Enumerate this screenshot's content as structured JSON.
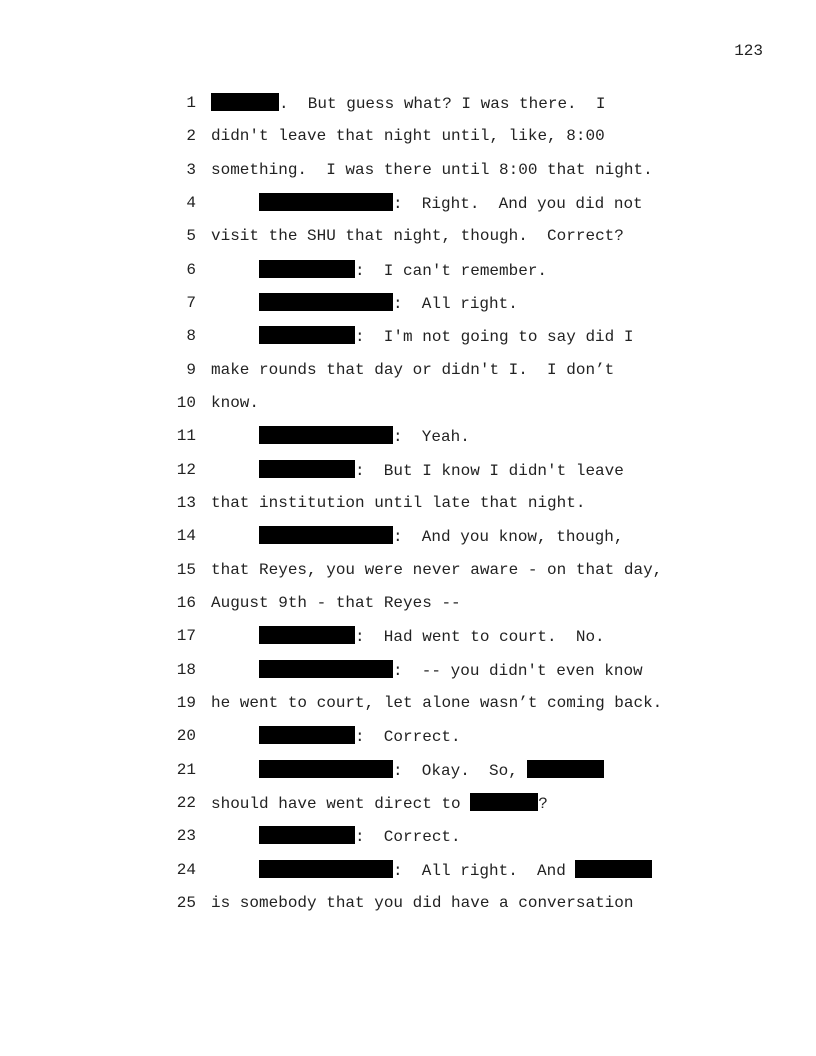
{
  "page_number": "123",
  "lines": [
    {
      "n": "1",
      "indent": false,
      "seg": [
        {
          "r": "r-name"
        },
        {
          "t": ".  But guess what? I was there.  I"
        }
      ]
    },
    {
      "n": "2",
      "indent": false,
      "seg": [
        {
          "t": "didn't leave that night until, like, 8:00"
        }
      ]
    },
    {
      "n": "3",
      "indent": false,
      "seg": [
        {
          "t": "something.  I was there until 8:00 that night."
        }
      ]
    },
    {
      "n": "4",
      "indent": true,
      "seg": [
        {
          "r": "r-spk-long"
        },
        {
          "t": ":  Right.  And you did not"
        }
      ]
    },
    {
      "n": "5",
      "indent": false,
      "seg": [
        {
          "t": "visit the SHU that night, though.  Correct?"
        }
      ]
    },
    {
      "n": "6",
      "indent": true,
      "seg": [
        {
          "r": "r-spk-short"
        },
        {
          "t": ":  I can't remember."
        }
      ]
    },
    {
      "n": "7",
      "indent": true,
      "seg": [
        {
          "r": "r-spk-long"
        },
        {
          "t": ":  All right."
        }
      ]
    },
    {
      "n": "8",
      "indent": true,
      "seg": [
        {
          "r": "r-spk-short"
        },
        {
          "t": ":  I'm not going to say did I"
        }
      ]
    },
    {
      "n": "9",
      "indent": false,
      "seg": [
        {
          "t": "make rounds that day or didn't I.  I don’t"
        }
      ]
    },
    {
      "n": "10",
      "indent": false,
      "seg": [
        {
          "t": "know."
        }
      ]
    },
    {
      "n": "11",
      "indent": true,
      "seg": [
        {
          "r": "r-spk-long"
        },
        {
          "t": ":  Yeah."
        }
      ]
    },
    {
      "n": "12",
      "indent": true,
      "seg": [
        {
          "r": "r-spk-short"
        },
        {
          "t": ":  But I know I didn't leave"
        }
      ]
    },
    {
      "n": "13",
      "indent": false,
      "seg": [
        {
          "t": "that institution until late that night."
        }
      ]
    },
    {
      "n": "14",
      "indent": true,
      "seg": [
        {
          "r": "r-spk-long"
        },
        {
          "t": ":  And you know, though,"
        }
      ]
    },
    {
      "n": "15",
      "indent": false,
      "seg": [
        {
          "t": "that Reyes, you were never aware - on that day,"
        }
      ]
    },
    {
      "n": "16",
      "indent": false,
      "seg": [
        {
          "t": "August 9th - that Reyes --"
        }
      ]
    },
    {
      "n": "17",
      "indent": true,
      "seg": [
        {
          "r": "r-spk-short"
        },
        {
          "t": ":  Had went to court.  No."
        }
      ]
    },
    {
      "n": "18",
      "indent": true,
      "seg": [
        {
          "r": "r-spk-long"
        },
        {
          "t": ":  -- you didn't even know"
        }
      ]
    },
    {
      "n": "19",
      "indent": false,
      "seg": [
        {
          "t": "he went to court, let alone wasn’t coming back."
        }
      ]
    },
    {
      "n": "20",
      "indent": true,
      "seg": [
        {
          "r": "r-spk-short"
        },
        {
          "t": ":  Correct."
        }
      ]
    },
    {
      "n": "21",
      "indent": true,
      "seg": [
        {
          "r": "r-spk-long"
        },
        {
          "t": ":  Okay.  So, "
        },
        {
          "r": "r-name-long"
        }
      ]
    },
    {
      "n": "22",
      "indent": false,
      "seg": [
        {
          "t": "should have went direct to "
        },
        {
          "r": "r-name"
        },
        {
          "t": "?"
        }
      ]
    },
    {
      "n": "23",
      "indent": true,
      "seg": [
        {
          "r": "r-spk-short"
        },
        {
          "t": ":  Correct."
        }
      ]
    },
    {
      "n": "24",
      "indent": true,
      "seg": [
        {
          "r": "r-spk-long"
        },
        {
          "t": ":  All right.  And "
        },
        {
          "r": "r-name-long"
        }
      ]
    },
    {
      "n": "25",
      "indent": false,
      "seg": [
        {
          "t": "is somebody that you did have a conversation"
        }
      ]
    }
  ]
}
